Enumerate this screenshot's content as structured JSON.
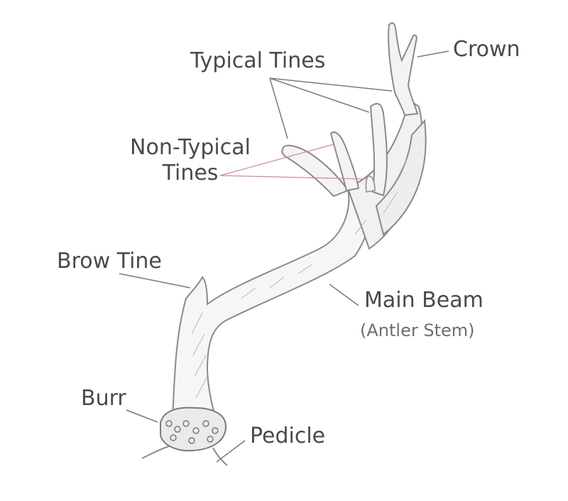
{
  "labels": {
    "crown": "Crown",
    "typical_tines": "Typical Tines",
    "non_typical_line1": "Non-Typical",
    "non_typical_line2": "Tines",
    "brow_tine": "Brow Tine",
    "main_beam": "Main Beam",
    "main_beam_sub": "(Antler Stem)",
    "burr": "Burr",
    "pedicle": "Pedicle"
  },
  "colors": {
    "text": "#4a4a4a",
    "subtext": "#6e6e6e",
    "leader": "#7a7a7a",
    "leader_non_typical": "#d08a9a",
    "pencil": "#8a8a8a"
  }
}
